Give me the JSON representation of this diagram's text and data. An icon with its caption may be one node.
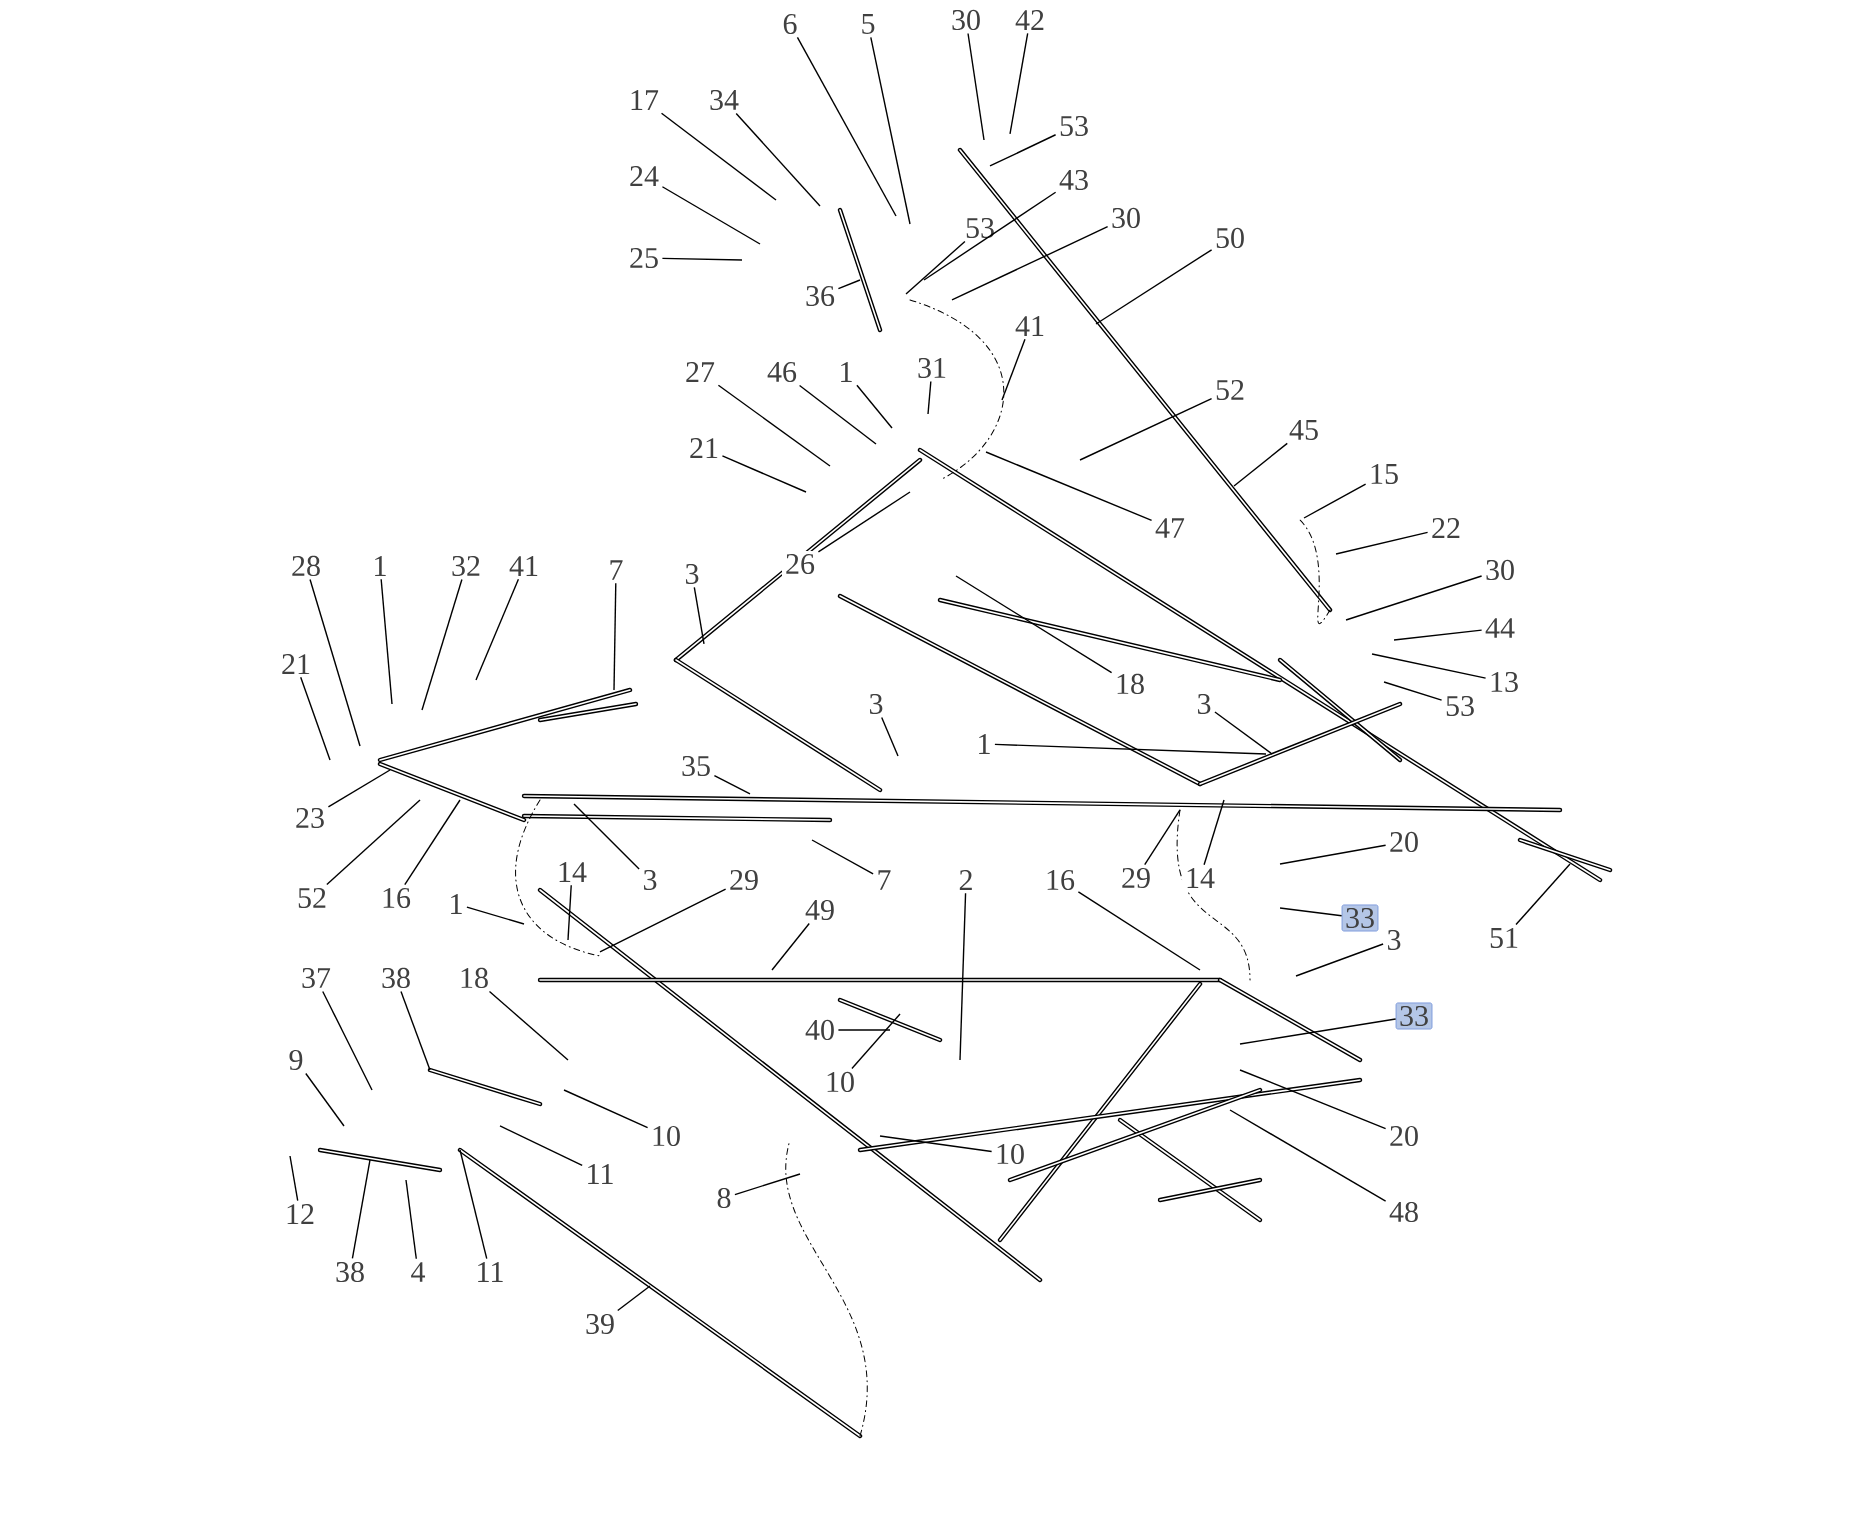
{
  "diagram": {
    "nodes": [
      {
        "text": [
          "6"
        ]
      },
      {
        "text": [
          "5"
        ]
      },
      {
        "text": [
          "30"
        ]
      },
      {
        "text": [
          "42"
        ]
      },
      {
        "text": [
          "53"
        ]
      },
      {
        "text": [
          "17"
        ]
      },
      {
        "text": [
          "34"
        ]
      },
      {
        "text": [
          "24"
        ]
      },
      {
        "text": [
          "25"
        ]
      },
      {
        "text": [
          "43"
        ]
      },
      {
        "text": [
          "53"
        ]
      },
      {
        "text": [
          "30"
        ]
      },
      {
        "text": [
          "36"
        ]
      },
      {
        "text": [
          "50"
        ]
      },
      {
        "text": [
          "41"
        ]
      },
      {
        "text": [
          "27"
        ]
      },
      {
        "text": [
          "46"
        ]
      },
      {
        "text": [
          "1"
        ]
      },
      {
        "text": [
          "31"
        ]
      },
      {
        "text": [
          "21"
        ]
      },
      {
        "text": [
          "52"
        ]
      },
      {
        "text": [
          "45"
        ]
      },
      {
        "text": [
          "47"
        ]
      },
      {
        "text": [
          "26"
        ]
      },
      {
        "text": [
          "15"
        ]
      },
      {
        "text": [
          "22"
        ]
      },
      {
        "text": [
          "30"
        ]
      },
      {
        "text": [
          "44"
        ]
      },
      {
        "text": [
          "13"
        ]
      },
      {
        "text": [
          "53"
        ]
      },
      {
        "text": [
          "28"
        ]
      },
      {
        "text": [
          "1"
        ]
      },
      {
        "text": [
          "32"
        ]
      },
      {
        "text": [
          "41"
        ]
      },
      {
        "text": [
          "7"
        ]
      },
      {
        "text": [
          "3"
        ]
      },
      {
        "text": [
          "21"
        ]
      },
      {
        "text": [
          "23"
        ]
      },
      {
        "text": [
          "52"
        ]
      },
      {
        "text": [
          "16"
        ]
      },
      {
        "text": [
          "35"
        ]
      },
      {
        "text": [
          "3"
        ]
      },
      {
        "text": [
          "7"
        ]
      },
      {
        "text": [
          "3"
        ]
      },
      {
        "text": [
          "1"
        ]
      },
      {
        "text": [
          "3"
        ]
      },
      {
        "text": [
          "18"
        ]
      },
      {
        "text": [
          "20"
        ]
      },
      {
        "text": [
          "33"
        ]
      },
      {
        "text": [
          "51"
        ]
      },
      {
        "text": [
          "29"
        ]
      },
      {
        "text": [
          "14"
        ]
      },
      {
        "text": [
          "2"
        ]
      },
      {
        "text": [
          "16"
        ]
      },
      {
        "text": [
          "1"
        ]
      },
      {
        "text": [
          "14"
        ]
      },
      {
        "text": [
          "29"
        ]
      },
      {
        "text": [
          "49"
        ]
      },
      {
        "text": [
          "37"
        ]
      },
      {
        "text": [
          "38"
        ]
      },
      {
        "text": [
          "18"
        ]
      },
      {
        "text": [
          "9"
        ]
      },
      {
        "text": [
          "40"
        ]
      },
      {
        "text": [
          "10"
        ]
      },
      {
        "text": [
          "3"
        ]
      },
      {
        "text": [
          "33"
        ]
      },
      {
        "text": [
          "10"
        ]
      },
      {
        "text": [
          "11"
        ]
      },
      {
        "text": [
          "10"
        ]
      },
      {
        "text": [
          "20"
        ]
      },
      {
        "text": [
          "12"
        ]
      },
      {
        "text": [
          "38"
        ]
      },
      {
        "text": [
          "4"
        ]
      },
      {
        "text": [
          "11"
        ]
      },
      {
        "text": [
          "8"
        ]
      },
      {
        "text": [
          "48"
        ]
      },
      {
        "text": [
          "39"
        ]
      }
    ],
    "edges": [
      {
        "from": 0,
        "to": null,
        "arrow": "none"
      },
      {
        "from": 1,
        "to": null,
        "arrow": "none"
      },
      {
        "from": 2,
        "to": null,
        "arrow": "none"
      },
      {
        "from": 3,
        "to": null,
        "arrow": "none"
      },
      {
        "from": 4,
        "to": null,
        "arrow": "none"
      },
      {
        "from": 5,
        "to": null,
        "arrow": "none"
      },
      {
        "from": 6,
        "to": null,
        "arrow": "none"
      },
      {
        "from": 7,
        "to": null,
        "arrow": "none"
      },
      {
        "from": 8,
        "to": null,
        "arrow": "none"
      },
      {
        "from": 9,
        "to": null,
        "arrow": "none"
      },
      {
        "from": 10,
        "to": null,
        "arrow": "none"
      },
      {
        "from": 11,
        "to": null,
        "arrow": "none"
      },
      {
        "from": 12,
        "to": null,
        "arrow": "none"
      },
      {
        "from": 13,
        "to": null,
        "arrow": "none"
      },
      {
        "from": 14,
        "to": null,
        "arrow": "none"
      },
      {
        "from": 15,
        "to": null,
        "arrow": "none"
      },
      {
        "from": 16,
        "to": null,
        "arrow": "none"
      },
      {
        "from": 17,
        "to": null,
        "arrow": "none"
      },
      {
        "from": 18,
        "to": null,
        "arrow": "none"
      },
      {
        "from": 19,
        "to": null,
        "arrow": "none"
      },
      {
        "from": 20,
        "to": null,
        "arrow": "none"
      },
      {
        "from": 21,
        "to": null,
        "arrow": "none"
      },
      {
        "from": 22,
        "to": null,
        "arrow": "none"
      },
      {
        "from": 23,
        "to": null,
        "arrow": "none"
      },
      {
        "from": 24,
        "to": null,
        "arrow": "none"
      },
      {
        "from": 25,
        "to": null,
        "arrow": "none"
      },
      {
        "from": 26,
        "to": null,
        "arrow": "none"
      },
      {
        "from": 27,
        "to": null,
        "arrow": "none"
      },
      {
        "from": 28,
        "to": null,
        "arrow": "none"
      },
      {
        "from": 29,
        "to": null,
        "arrow": "none"
      },
      {
        "from": 30,
        "to": null,
        "arrow": "none"
      },
      {
        "from": 31,
        "to": null,
        "arrow": "none"
      },
      {
        "from": 32,
        "to": null,
        "arrow": "none"
      },
      {
        "from": 33,
        "to": null,
        "arrow": "none"
      },
      {
        "from": 34,
        "to": null,
        "arrow": "none"
      },
      {
        "from": 35,
        "to": null,
        "arrow": "none"
      },
      {
        "from": 36,
        "to": null,
        "arrow": "none"
      },
      {
        "from": 37,
        "to": null,
        "arrow": "none"
      },
      {
        "from": 38,
        "to": null,
        "arrow": "none"
      },
      {
        "from": 39,
        "to": null,
        "arrow": "none"
      },
      {
        "from": 40,
        "to": null,
        "arrow": "none"
      },
      {
        "from": 41,
        "to": null,
        "arrow": "none"
      },
      {
        "from": 42,
        "to": null,
        "arrow": "none"
      },
      {
        "from": 43,
        "to": null,
        "arrow": "none"
      },
      {
        "from": 44,
        "to": null,
        "arrow": "none"
      },
      {
        "from": 45,
        "to": null,
        "arrow": "none"
      },
      {
        "from": 46,
        "to": null,
        "arrow": "none"
      },
      {
        "from": 47,
        "to": null,
        "arrow": "none"
      },
      {
        "from": 48,
        "to": null,
        "arrow": "none"
      },
      {
        "from": 49,
        "to": null,
        "arrow": "none"
      },
      {
        "from": 50,
        "to": null,
        "arrow": "none"
      },
      {
        "from": 51,
        "to": null,
        "arrow": "none"
      },
      {
        "from": 52,
        "to": null,
        "arrow": "none"
      },
      {
        "from": 53,
        "to": null,
        "arrow": "none"
      },
      {
        "from": 54,
        "to": null,
        "arrow": "none"
      },
      {
        "from": 55,
        "to": null,
        "arrow": "none"
      },
      {
        "from": 56,
        "to": null,
        "arrow": "none"
      },
      {
        "from": 57,
        "to": null,
        "arrow": "none"
      },
      {
        "from": 58,
        "to": null,
        "arrow": "none"
      },
      {
        "from": 59,
        "to": null,
        "arrow": "none"
      },
      {
        "from": 60,
        "to": null,
        "arrow": "none"
      },
      {
        "from": 61,
        "to": null,
        "arrow": "none"
      },
      {
        "from": 62,
        "to": null,
        "arrow": "none"
      },
      {
        "from": 63,
        "to": null,
        "arrow": "none"
      },
      {
        "from": 64,
        "to": null,
        "arrow": "none"
      },
      {
        "from": 65,
        "to": null,
        "arrow": "none"
      },
      {
        "from": 66,
        "to": null,
        "arrow": "none"
      },
      {
        "from": 67,
        "to": null,
        "arrow": "none"
      },
      {
        "from": 68,
        "to": null,
        "arrow": "none"
      },
      {
        "from": 69,
        "to": null,
        "arrow": "none"
      },
      {
        "from": 70,
        "to": null,
        "arrow": "none"
      },
      {
        "from": 71,
        "to": null,
        "arrow": "none"
      },
      {
        "from": 72,
        "to": null,
        "arrow": "none"
      },
      {
        "from": 73,
        "to": null,
        "arrow": "none"
      },
      {
        "from": 74,
        "to": null,
        "arrow": "none"
      },
      {
        "from": 75,
        "to": null,
        "arrow": "none"
      },
      {
        "from": 76,
        "to": null,
        "arrow": "none"
      }
    ]
  }
}
